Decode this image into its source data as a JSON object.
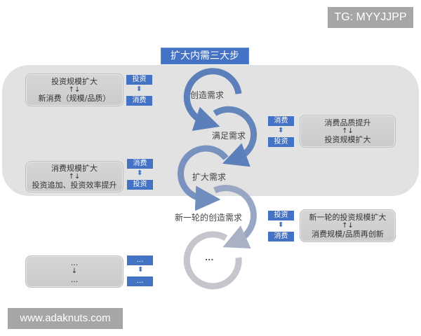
{
  "watermarks": {
    "top": "TG: MYYJJPP",
    "bottom": "www.adaknuts.com"
  },
  "title": "扩大内需三大步",
  "colors": {
    "accent_blue": "#4472c4",
    "band_gray": "#e2e2e2",
    "box_gray": "#d0d0d0",
    "arc_blue": "#5b7fba",
    "arc_gray": "#c4c6cb"
  },
  "steps": [
    {
      "label": "创造需求"
    },
    {
      "label": "满足需求"
    },
    {
      "label": "扩大需求"
    },
    {
      "label": "新一轮的创造需求"
    },
    {
      "label": "..."
    }
  ],
  "left_boxes": [
    {
      "line1": "投资规模扩大",
      "arrows": "↑↓",
      "line2": "新消费（规模/品质）",
      "tag_top": "投资",
      "tag_bottom": "消费"
    },
    {
      "line1": "消费规模扩大",
      "arrows": "↑↓",
      "line2": "投资追加、投资效率提升",
      "tag_top": "消费",
      "tag_bottom": "投资"
    },
    {
      "line1": "...",
      "arrows": "↓",
      "line2": "...",
      "tag_top": "...",
      "tag_bottom": "..."
    }
  ],
  "right_boxes": [
    {
      "line1": "消费品质提升",
      "arrows": "↑↓",
      "line2": "投资规模扩大",
      "tag_top": "消费",
      "tag_bottom": "投资"
    },
    {
      "line1": "新一轮的投资规模扩大",
      "arrows": "↑↓",
      "line2": "消费规模/品质再创新",
      "tag_top": "投资",
      "tag_bottom": "消费"
    }
  ],
  "double_arrow_glyph": "⬍"
}
